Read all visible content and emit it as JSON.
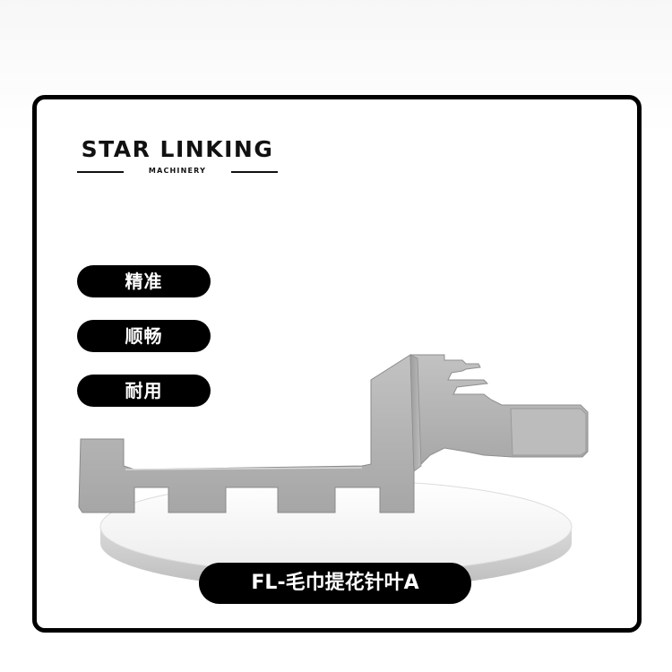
{
  "brand": {
    "name": "STAR LINKING",
    "subtitle": "MACHINERY"
  },
  "features": [
    {
      "label": "精准"
    },
    {
      "label": "顺畅"
    },
    {
      "label": "耐用"
    }
  ],
  "product": {
    "name": "FL-毛巾提花针叶A"
  },
  "colors": {
    "frame": "#000000",
    "pill_bg": "#000000",
    "pill_text": "#ffffff",
    "part_metal": "#b3b3b3",
    "pedestal": "#e9e9e9"
  }
}
